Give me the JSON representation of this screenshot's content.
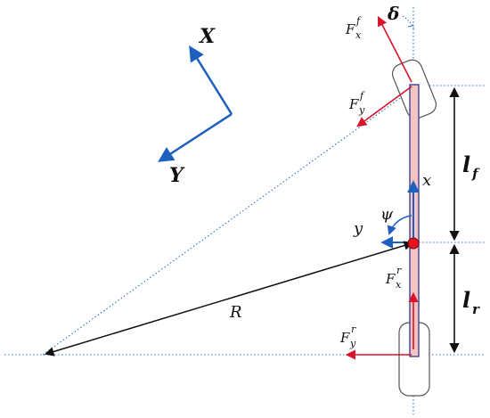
{
  "colors": {
    "blue": "#1f5fbf",
    "red": "#d9142a",
    "black": "#111111",
    "guide": "#2a6fc9",
    "body_fill": "#f4c4c4",
    "body_stroke": "#2b3a8a",
    "cg": "#e8121e"
  },
  "labels": {
    "delta": "δ",
    "X": "X",
    "Y": "Y",
    "x": "x",
    "y": "y",
    "psi": "ψ",
    "R": "R",
    "lf_main": "l",
    "lf_sub": "f",
    "lr_main": "l",
    "lr_sub": "r",
    "Fxf_main": "F",
    "Fxf_sub": "x",
    "Fxf_sup": "f",
    "Fyf_main": "F",
    "Fyf_sub": "y",
    "Fyf_sup": "f",
    "Fxr_main": "F",
    "Fxr_sub": "x",
    "Fxr_sup": "r",
    "Fyr_main": "F",
    "Fyr_sub": "y",
    "Fyr_sup": "r"
  }
}
